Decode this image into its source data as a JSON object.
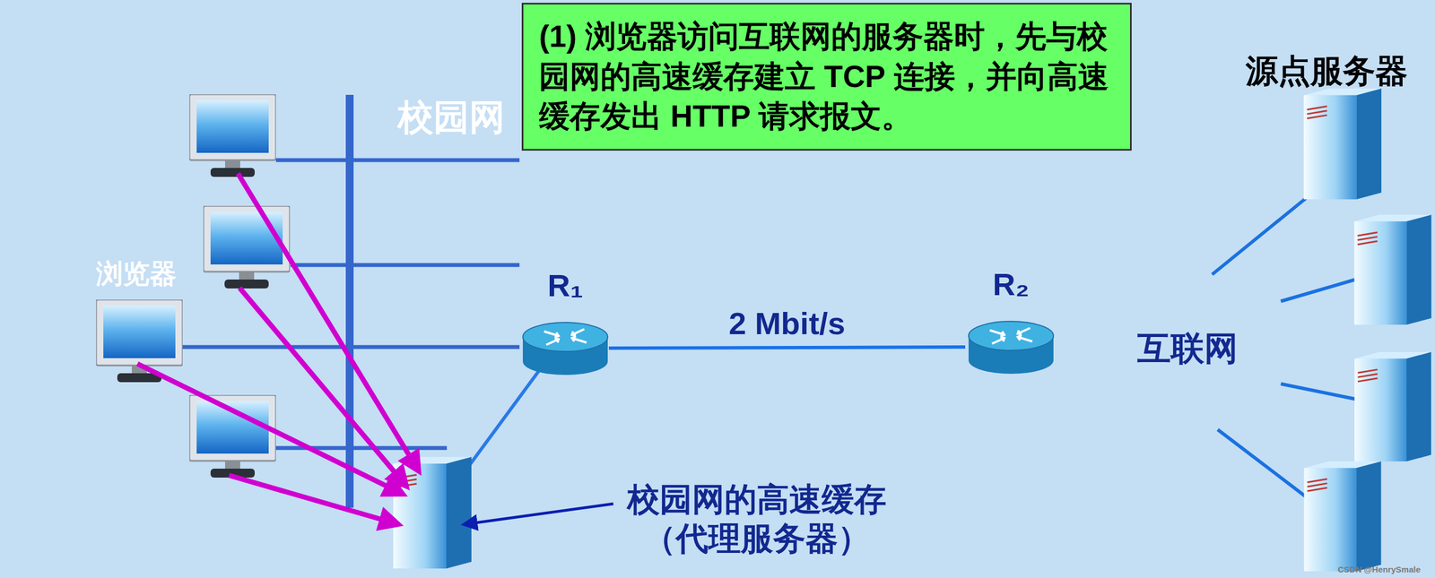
{
  "diagram": {
    "nodes": [
      {
        "text": [
          "校园网"
        ]
      },
      {
        "text": [
          "(1) 浏览器访问互联网的服务器时，先与校园网的高速缓存建立 TCP 连接，并向高速缓存发出 HTTP 请求报文。"
        ]
      },
      {
        "text": [
          "R₁"
        ]
      },
      {
        "text": [
          "R₂"
        ]
      },
      {
        "text": [
          "互联网"
        ]
      }
    ],
    "edges": [
      {
        "from": 2,
        "to": 3,
        "label": "2 Mbit/s",
        "arrow": "none"
      }
    ],
    "labels": [
      "浏览器",
      "校园网的高速缓存 （代理服务器）",
      "源点服务器",
      "CSDN @HenrySmale"
    ]
  }
}
